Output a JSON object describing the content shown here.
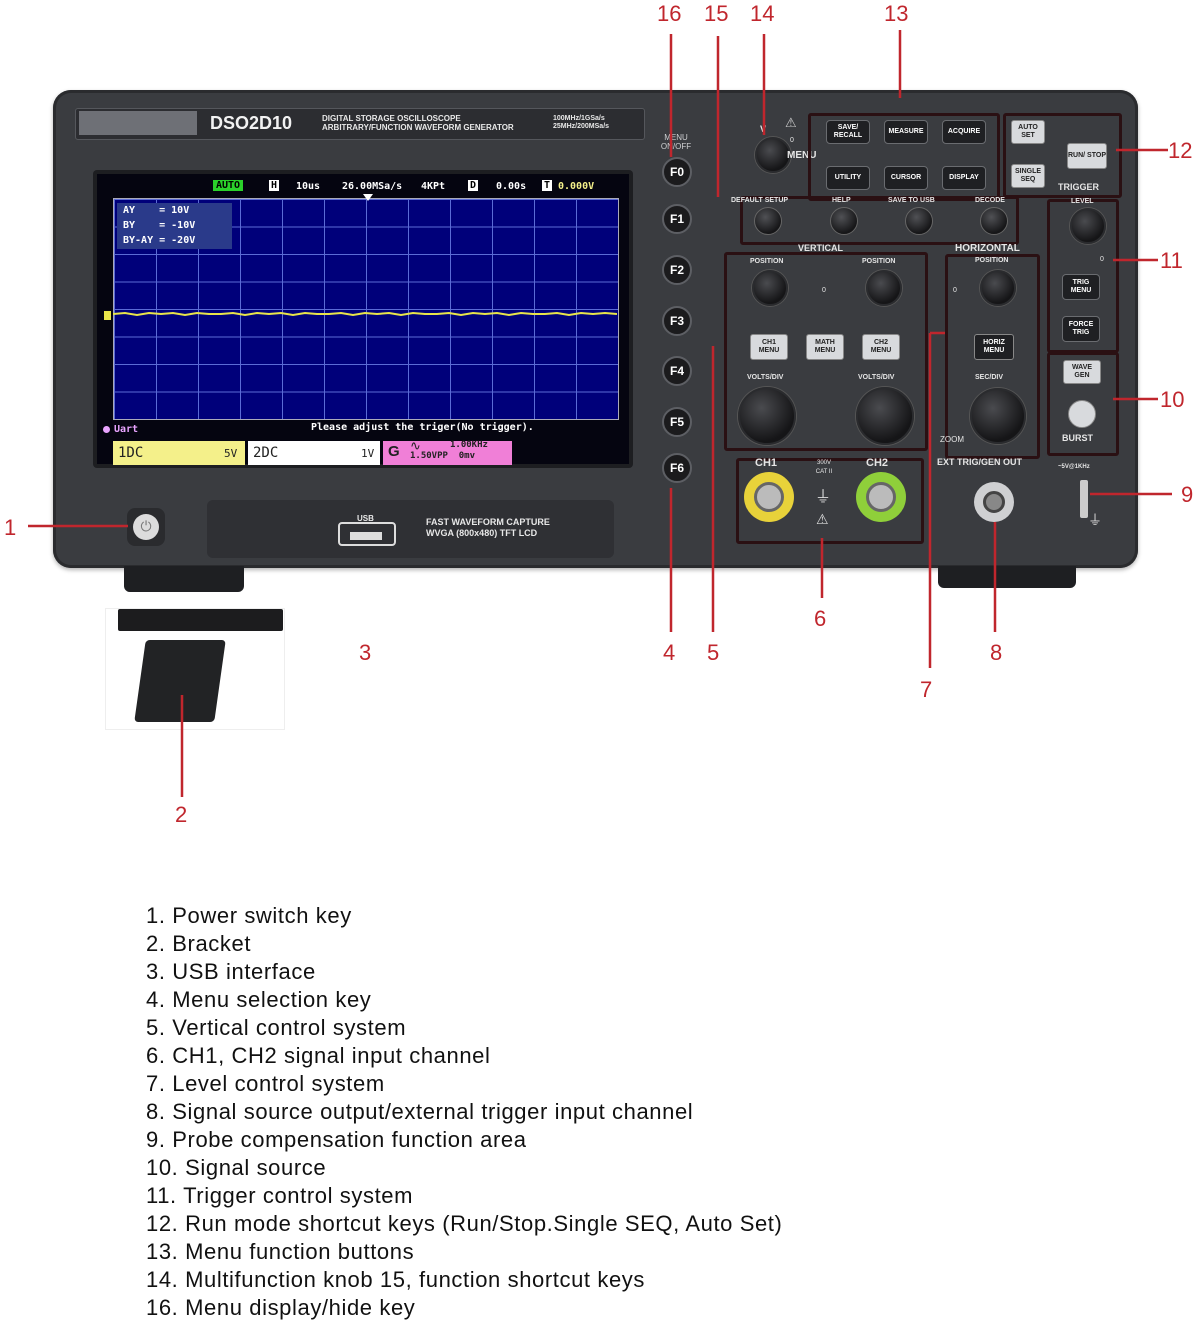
{
  "device": {
    "model": "DSO2D10",
    "desc_line1": "DIGITAL STORAGE OSCILLOSCOPE",
    "desc_line2": "ARBITRARY/FUNCTION WAVEFORM GENERATOR",
    "spec_line1": "100MHz/1GSa/s",
    "spec_line2": "25MHz/200MSa/s",
    "usb_label": "USB",
    "lcd_line1": "FAST WAVEFORM CAPTURE",
    "lcd_line2": "WVGA (800x480) TFT LCD"
  },
  "screen": {
    "mode": "AUTO",
    "h_marker": "H",
    "timebase": "10us",
    "sample_rate": "26.00MSa/s",
    "memory": "4KPt",
    "d_marker": "D",
    "delay": "0.00s",
    "t_marker": "T",
    "trigger_level": "0.000V",
    "cursor_ay": "AY    = 10V",
    "cursor_by": "BY    = -10V",
    "cursor_diff": "BY-AY = -20V",
    "decode": "Uart",
    "message": "Please adjust the triger(No trigger).",
    "ch1_label": "1DC",
    "ch1_scale": "5V",
    "ch2_label": "2DC",
    "ch2_scale": "1V",
    "gen_label": "G",
    "gen_freq": "1.00KHz",
    "gen_amp": "1.50VPP  0mv"
  },
  "fkeys": {
    "menu_label": "MENU ON/OFF",
    "f0": "F0",
    "f1": "F1",
    "f2": "F2",
    "f3": "F3",
    "f4": "F4",
    "f5": "F5",
    "f6": "F6"
  },
  "panel": {
    "v_label": "V",
    "zero": "0",
    "menu": "MENU",
    "save_recall": "SAVE/ RECALL",
    "measure": "MEASURE",
    "acquire": "ACQUIRE",
    "utility": "UTILITY",
    "cursor": "CURSOR",
    "display": "DISPLAY",
    "auto_set": "AUTO SET",
    "run_stop": "RUN/ STOP",
    "single_seq": "SINGLE SEQ",
    "trigger": "TRIGGER",
    "default_setup": "DEFAULT SETUP",
    "help": "HELP",
    "save_usb": "SAVE TO USB",
    "decode": "DECODE",
    "vertical": "VERTICAL",
    "horizontal": "HORIZONTAL",
    "position": "POSITION",
    "ch1_menu": "CH1 MENU",
    "math_menu": "MATH MENU",
    "ch2_menu": "CH2 MENU",
    "horiz_menu": "HORIZ MENU",
    "volts_div": "VOLTS/DIV",
    "sec_div": "SEC/DIV",
    "zoom": "ZOOM",
    "level": "LEVEL",
    "trig_menu": "TRIG MENU",
    "force_trig": "FORCE TRIG",
    "wave_gen": "WAVE GEN",
    "burst": "BURST",
    "ch1": "CH1",
    "ch2": "CH2",
    "cat": "300V CAT II",
    "ext_trig": "EXT TRIG/GEN OUT",
    "probe_comp": "~5V@1KHz"
  },
  "callouts": [
    "1",
    "2",
    "3",
    "4",
    "5",
    "6",
    "7",
    "8",
    "9",
    "10",
    "11",
    "12",
    "13",
    "14",
    "15",
    "16"
  ],
  "legend": [
    "1. Power switch key",
    "2. Bracket",
    "3. USB interface",
    "4. Menu selection key",
    "5. Vertical control system",
    "6. CH1, CH2 signal input channel",
    "7. Level control system",
    "8. Signal source output/external trigger input channel",
    "9. Probe compensation function area",
    "10. Signal source",
    "11. Trigger control system",
    "12. Run mode shortcut keys (Run/Stop.Single SEQ, Auto Set)",
    "13. Menu function buttons",
    "14. Multifunction knob 15, function shortcut keys",
    "16. Menu display/hide key"
  ],
  "colors": {
    "callout": "#c0262d",
    "ch1": "#f4f08a",
    "ch2": "#ffffff",
    "gen": "#f07fd7",
    "grid": "#00007a",
    "trace": "#e8e44a"
  }
}
